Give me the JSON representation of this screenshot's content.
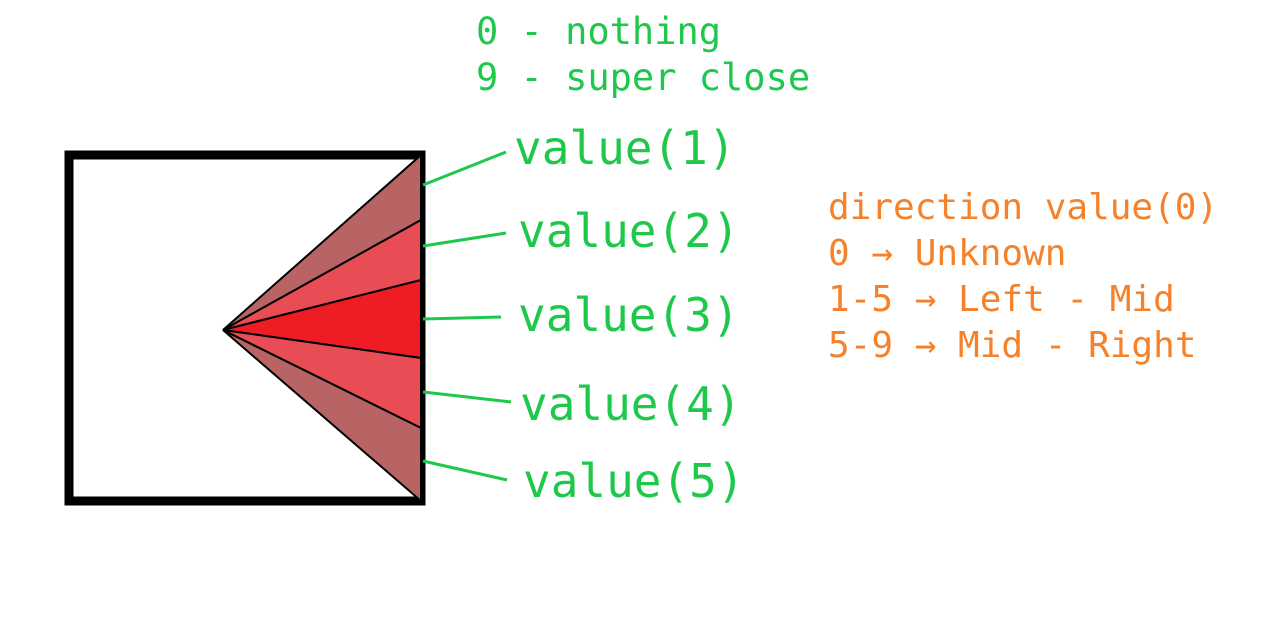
{
  "legend": {
    "lines": [
      "0 - nothing",
      "9 - super close"
    ],
    "color": "#1ec84a"
  },
  "sensors": {
    "labels": [
      "value(1)",
      "value(2)",
      "value(3)",
      "value(4)",
      "value(5)"
    ],
    "segment_colors": [
      "#b86464",
      "#e84c54",
      "#ee1c24",
      "#e84c54",
      "#b86464"
    ],
    "label_color": "#1ec84a"
  },
  "direction": {
    "lines": [
      "direction value(0)",
      "0   → Unknown",
      "1-5 → Left - Mid",
      "5-9 → Mid - Right"
    ],
    "color": "#f5822a"
  },
  "box": {
    "stroke_color": "#000000"
  }
}
